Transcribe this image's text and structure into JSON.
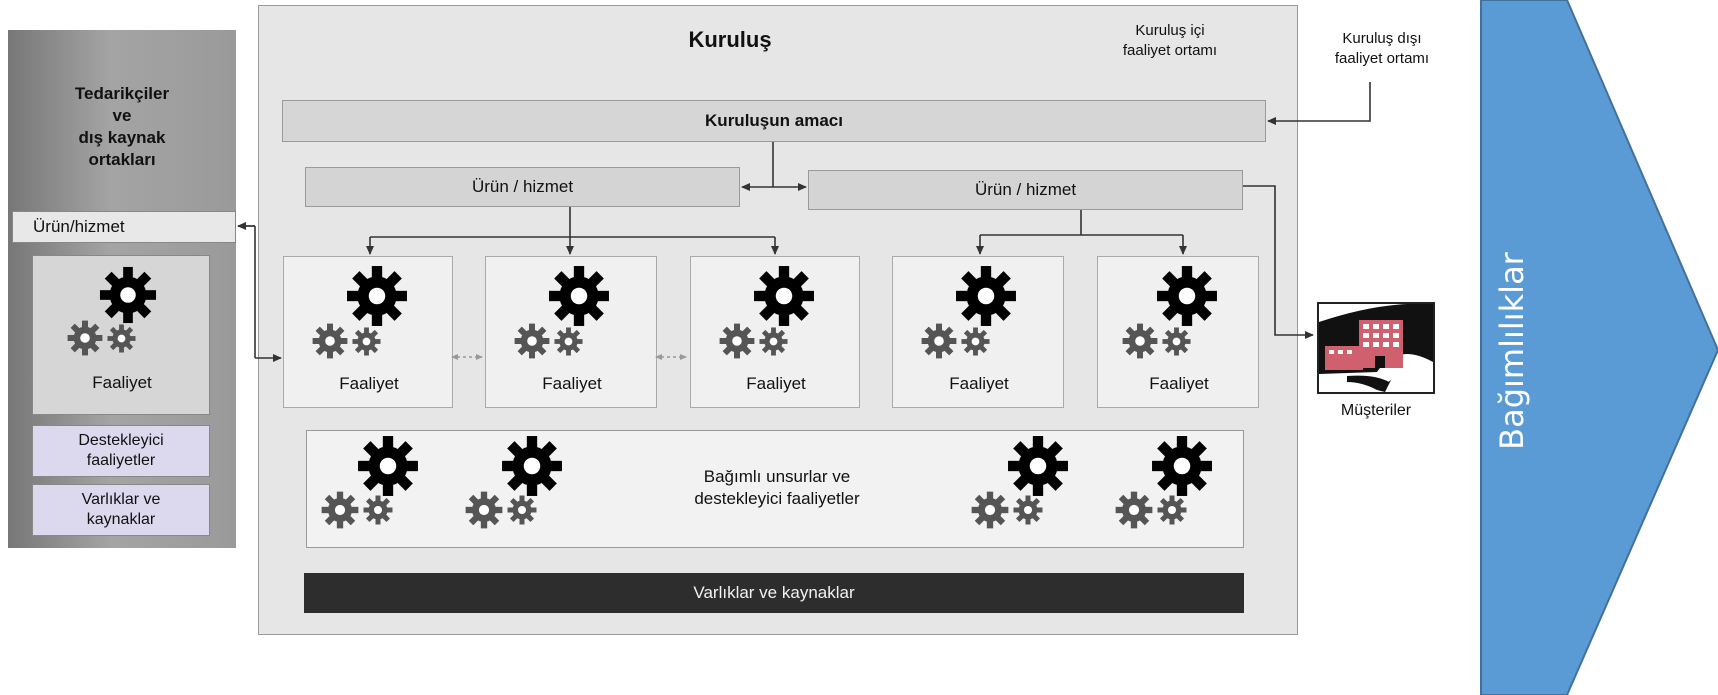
{
  "organization": {
    "title": "Kuruluş",
    "internal_env": "Kuruluş içi\nfaaliyet ortamı",
    "purpose": "Kuruluşun amacı",
    "products": [
      "Ürün / hizmet",
      "Ürün / hizmet"
    ],
    "activities": [
      "Faaliyet",
      "Faaliyet",
      "Faaliyet",
      "Faaliyet",
      "Faaliyet"
    ],
    "dependent_elements": "Bağımlı unsurlar ve\ndestekleyici faaliyetler",
    "assets_resources": "Varlıklar ve kaynaklar"
  },
  "external_env": "Kuruluş dışı\nfaaliyet ortamı",
  "suppliers": {
    "title": "Tedarikçiler\nve\ndış kaynak\nortakları",
    "product": "Ürün/hizmet",
    "activity": "Faaliyet",
    "supporting": "Destekleyici\nfaaliyetler",
    "assets": "Varlıklar ve\nkaynaklar"
  },
  "customers": {
    "label": "Müşteriler"
  },
  "dependencies": {
    "label": "Bağımlılıklar"
  },
  "colors": {
    "org_panel": "#e6e6e6",
    "supplier_panel": "#8f8f8f",
    "supplier_box": "#d8d8d8",
    "lavender": "#dcd9ee",
    "bar_dark": "#2d2d2d",
    "arrow_blue": "#5b9bd5"
  }
}
